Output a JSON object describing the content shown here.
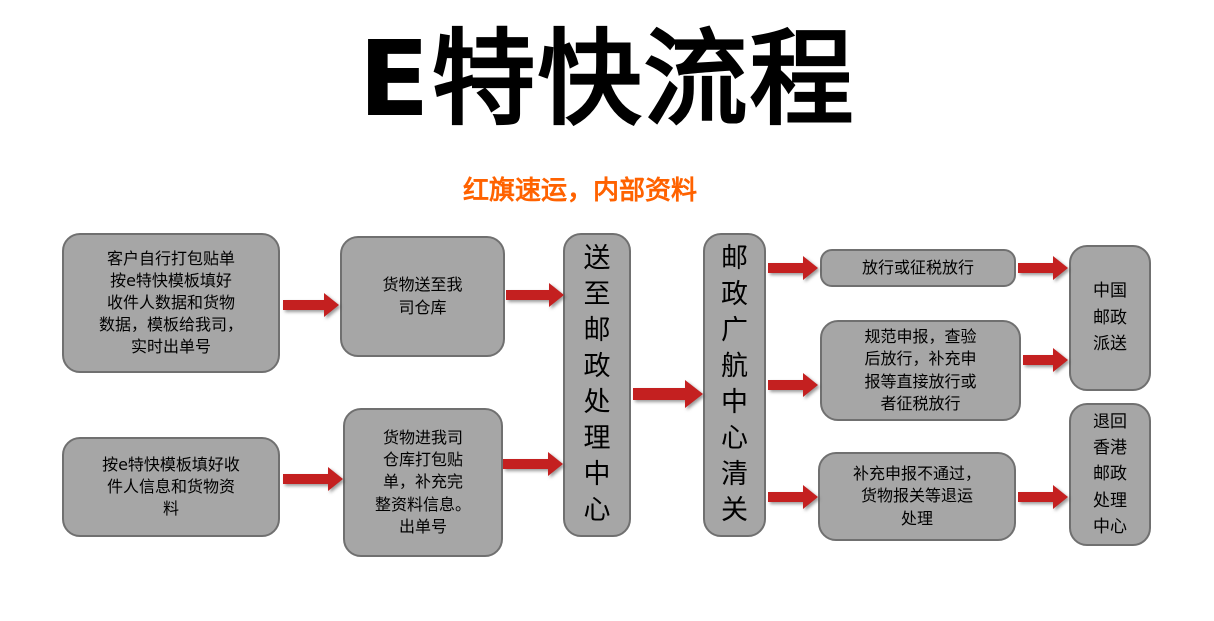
{
  "header": {
    "title": "E特快流程",
    "subtitle": "红旗速运，内部资料"
  },
  "nodes": [
    {
      "id": "customer-pack",
      "text": "客户自行打包贴单\n按e特快模板填好\n收件人数据和货物\n数据，模板给我司，\n实时出单号"
    },
    {
      "id": "fill-template",
      "text": "按e特快模板填好收\n件人信息和货物资\n料"
    },
    {
      "id": "goods-to-warehouse",
      "text": "货物送至我\n司仓库"
    },
    {
      "id": "warehouse-pack",
      "text": "货物进我司\n仓库打包贴\n单，补充完\n整资料信息。\n出单号"
    },
    {
      "id": "postal-center",
      "text": "送\n至\n邮\n政\n处\n理\n中\n心"
    },
    {
      "id": "customs-clearance",
      "text": "邮\n政\n广\n航\n中\n心\n清\n关"
    },
    {
      "id": "release",
      "text": "放行或征税放行"
    },
    {
      "id": "standard-declare",
      "text": "规范申报，查验\n后放行，补充申\n报等直接放行或\n者征税放行"
    },
    {
      "id": "declare-fail",
      "text": "补充申报不通过，\n货物报关等退运\n处理"
    },
    {
      "id": "china-post",
      "text": "中国\n邮政\n派送"
    },
    {
      "id": "hk-return",
      "text": "退回\n香港\n邮政\n处理\n中心"
    }
  ],
  "colors": {
    "node_fill": "#a6a6a6",
    "node_border": "#707070",
    "arrow": "#c42020",
    "subtitle": "#ff6200",
    "title": "#000000",
    "background": "#ffffff"
  }
}
